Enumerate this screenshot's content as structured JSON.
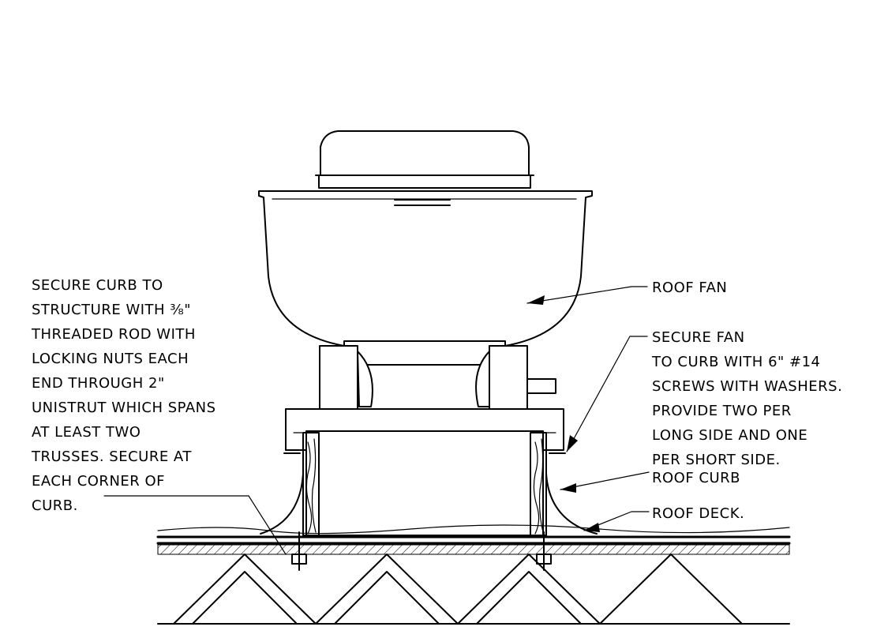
{
  "notes": {
    "left": [
      "SECURE CURB TO",
      "STRUCTURE WITH ⅜\"",
      "THREADED ROD WITH",
      "LOCKING NUTS EACH",
      "END THROUGH 2\"",
      "UNISTRUT WHICH SPANS",
      "AT LEAST TWO",
      "TRUSSES. SECURE AT",
      "EACH CORNER OF",
      "CURB."
    ],
    "roof_fan": "ROOF FAN",
    "secure_fan": [
      "SECURE FAN",
      "TO CURB WITH 6\" #14",
      "SCREWS WITH WASHERS.",
      "PROVIDE TWO PER",
      "LONG SIDE AND ONE",
      "PER SHORT SIDE."
    ],
    "roof_curb": "ROOF CURB",
    "roof_deck": "ROOF DECK."
  }
}
